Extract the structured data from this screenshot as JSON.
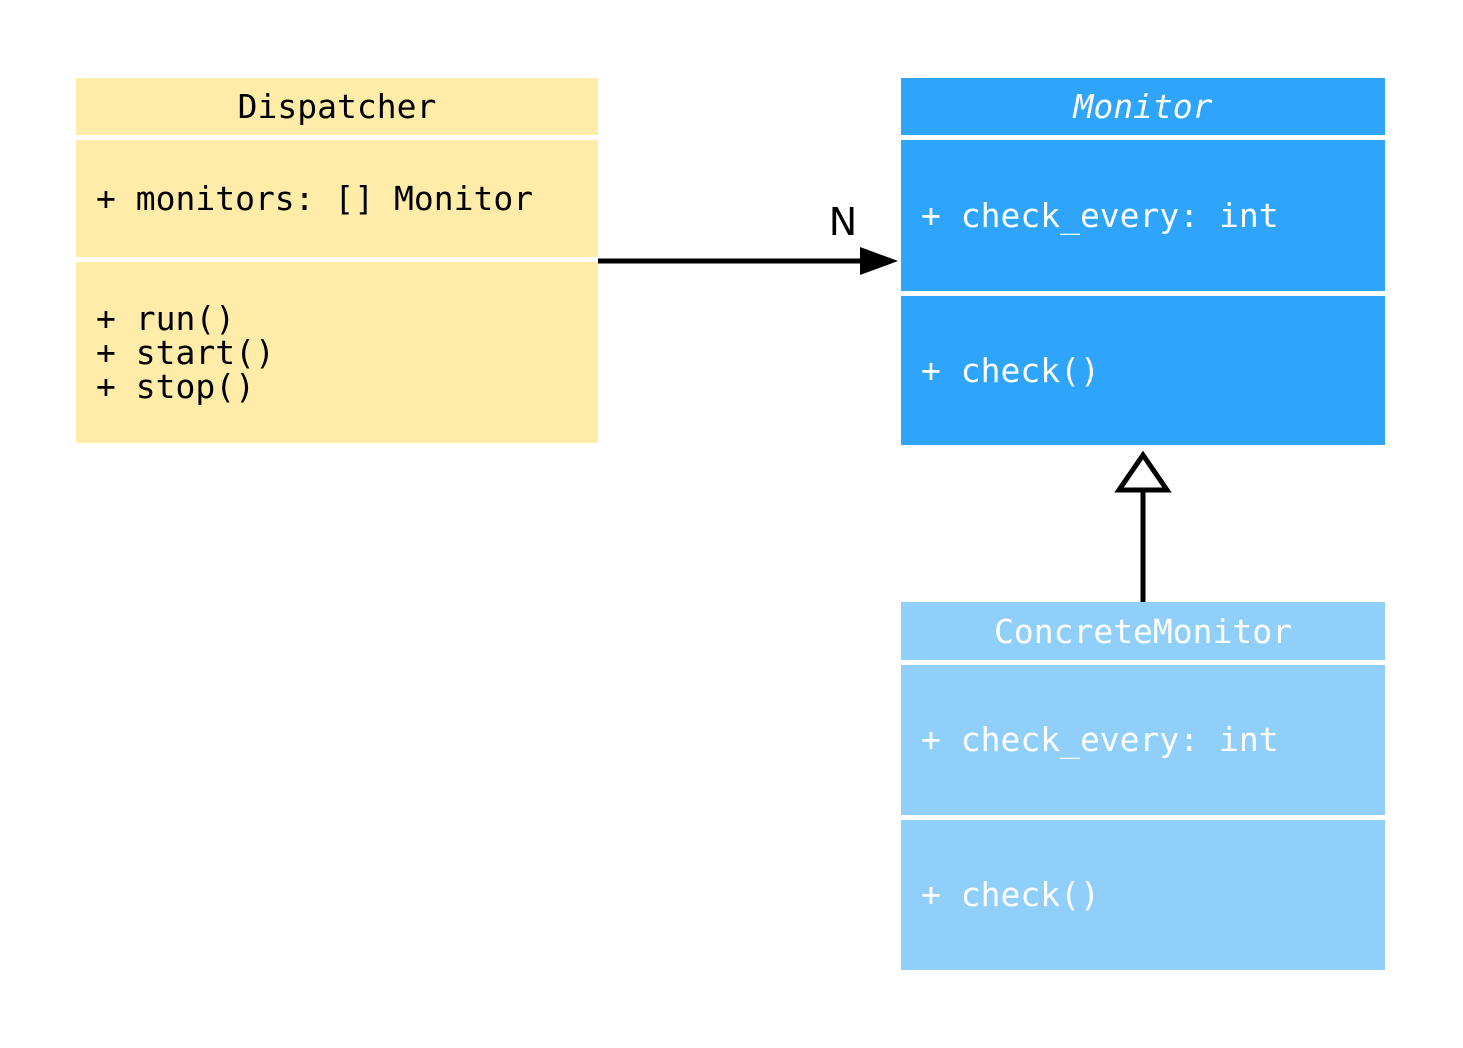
{
  "diagram": {
    "type": "uml-class-diagram",
    "background_color": "#ffffff",
    "line_color": "#000000",
    "classes": [
      {
        "id": "dispatcher",
        "name": "Dispatcher",
        "abstract": false,
        "attributes": [
          "+ monitors: [] Monitor"
        ],
        "methods": [
          "+ run()",
          "+ start()",
          "+ stop()"
        ],
        "fill_color": "#feeca8",
        "text_color": "#000000"
      },
      {
        "id": "monitor",
        "name": "Monitor",
        "abstract": true,
        "attributes": [
          "+ check_every: int"
        ],
        "methods": [
          "+ check()"
        ],
        "fill_color": "#2fa4fb",
        "text_color": "#ffffff"
      },
      {
        "id": "concrete-monitor",
        "name": "ConcreteMonitor",
        "abstract": false,
        "attributes": [
          "+ check_every: int"
        ],
        "methods": [
          "+ check()"
        ],
        "fill_color": "#90cffa",
        "text_color": "#ffffff"
      }
    ],
    "relations": [
      {
        "type": "association",
        "from": "Dispatcher",
        "to": "Monitor",
        "label": "N",
        "arrowhead": "filled-triangle"
      },
      {
        "type": "inheritance",
        "from": "ConcreteMonitor",
        "to": "Monitor",
        "label": "",
        "arrowhead": "hollow-triangle"
      }
    ]
  }
}
